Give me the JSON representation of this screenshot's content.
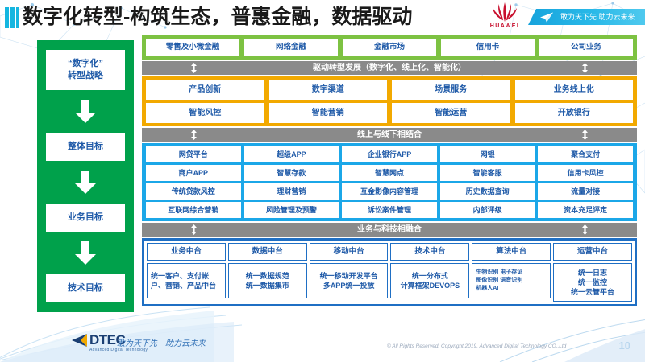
{
  "header": {
    "title": "数字化转型-构筑生态，普惠金融，数据驱动",
    "brand_wordmark": "HUAWEI",
    "slogan": "敢为天下先 助力云未来",
    "accent_color": "#15b6e0",
    "brand_color": "#c8102e",
    "slogan_color": "#17a3dc"
  },
  "sidebar": {
    "color": "#00a14b",
    "items": [
      {
        "label": "“数字化”\n转型战略",
        "line1": "“数字化”",
        "line2": "转型战略"
      },
      {
        "label": "整体目标"
      },
      {
        "label": "业务目标"
      },
      {
        "label": "技术目标"
      }
    ]
  },
  "business_lines": {
    "color": "#7dc242",
    "items": [
      "零售及小微金融",
      "网络金融",
      "金融市场",
      "信用卡",
      "公司业务"
    ]
  },
  "connectors": [
    {
      "label": "驱动转型发展（数字化、线上化、智能化）"
    },
    {
      "label": "线上与线下相结合"
    },
    {
      "label": "业务与科技相融合"
    }
  ],
  "transformation": {
    "color": "#f2a900",
    "rows": [
      [
        "产品创新",
        "数字渠道",
        "场景服务",
        "业务线上化"
      ],
      [
        "智能风控",
        "智能营销",
        "智能运营",
        "开放银行"
      ]
    ]
  },
  "online_offline": {
    "color": "#1ba7e8",
    "rows": [
      [
        "网贷平台",
        "超级APP",
        "企业银行APP",
        "网银",
        "聚合支付"
      ],
      [
        "商户APP",
        "智慧存款",
        "智慧网点",
        "智能客服",
        "信用卡风控"
      ],
      [
        "传统贷款风控",
        "理财营销",
        "互金影像内容管理",
        "历史数据查询",
        "流量对接"
      ],
      [
        "互联网综合营销",
        "风险管理及预警",
        "诉讼案件管理",
        "内部评级",
        "资本充足评定"
      ]
    ]
  },
  "platforms": {
    "color": "#1f6fc4",
    "columns": [
      {
        "head": "业务中台",
        "body": "统一客户、支付帐户、营销、产品中台",
        "style": "align-left"
      },
      {
        "head": "数据中台",
        "body": "统一数据规范\n统一数据集市",
        "style": "center"
      },
      {
        "head": "移动中台",
        "body": "统一移动开发平台\n多APP统一投放",
        "style": "center"
      },
      {
        "head": "技术中台",
        "body": "统一分布式\n计算框架DEVOPS",
        "style": "center"
      },
      {
        "head": "算法中台",
        "body": "生物识别 电子存证\n图像识别 语音识别\n机器人AI",
        "style": "tiny"
      },
      {
        "head": "运营中台",
        "body": "统一日志\n统一监控\n统一云管平台",
        "style": "center"
      }
    ]
  },
  "footer": {
    "logo_name": "DTEC",
    "logo_sub": "Advanced Digital Technology",
    "slogan": "敢为天下先　助力云未来",
    "copyright": "© All Rights Reserved. Copyright 2019, Advanced Digital Technology CO.,Ltd",
    "page_number": "10"
  }
}
